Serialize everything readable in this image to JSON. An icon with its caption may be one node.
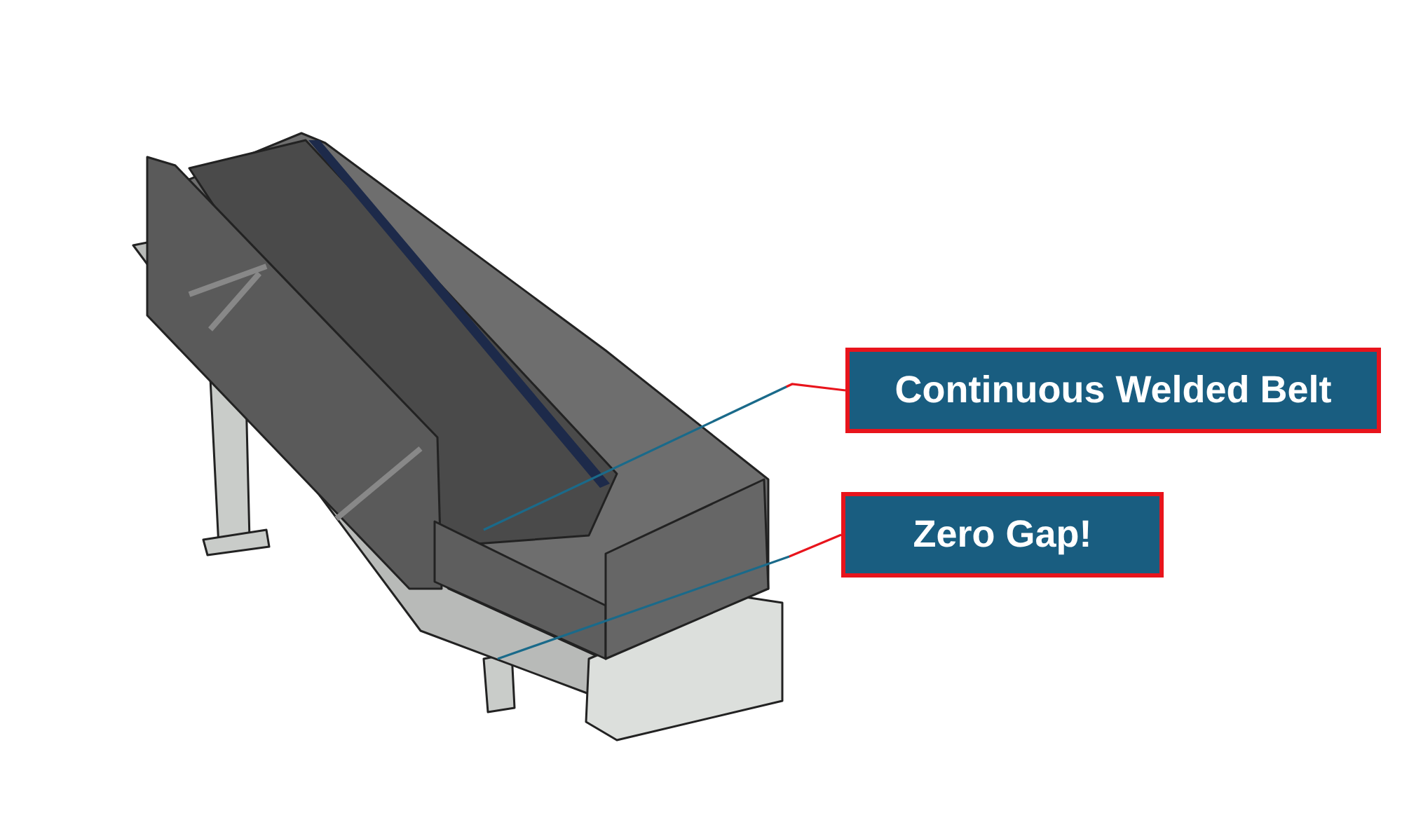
{
  "diagram": {
    "nodes": [
      {
        "text": [
          "Continuous Welded Belt"
        ]
      },
      {
        "text": [
          "Zero Gap!"
        ]
      }
    ],
    "edges": [
      {
        "from": 0,
        "to": null,
        "arrow": "none"
      },
      {
        "from": 1,
        "to": null,
        "arrow": "none"
      }
    ]
  }
}
